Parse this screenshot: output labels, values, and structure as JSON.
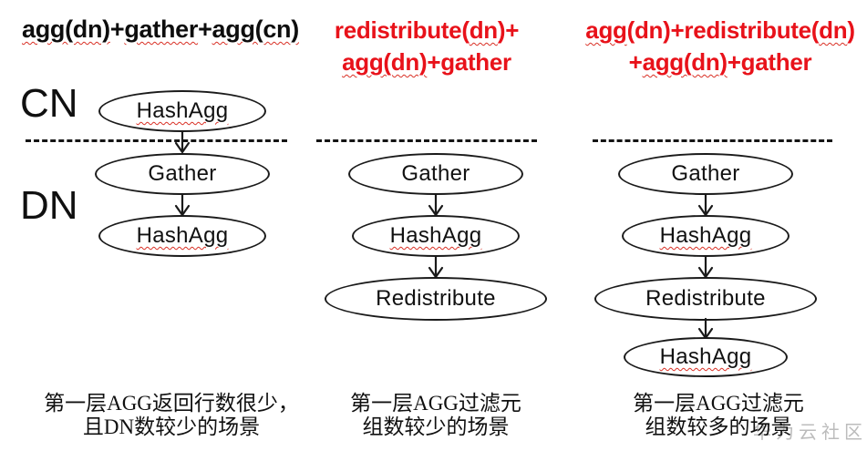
{
  "colors": {
    "title_black": "#0d0d0d",
    "title_red": "#e8121a",
    "node_stroke": "#1a1a1a",
    "squiggle": "#d93025",
    "watermark": "#bcbcbc"
  },
  "row_labels": {
    "cn": "CN",
    "dn": "DN"
  },
  "watermark_text": "华为云社区",
  "columns": [
    {
      "name": "agg-gather-agg",
      "title_lines": [
        {
          "segments": [
            {
              "text": "agg(dn)"
            },
            {
              "text": "+"
            },
            {
              "text": "gather"
            },
            {
              "text": "+"
            },
            {
              "text": "agg(cn)"
            }
          ]
        }
      ],
      "nodes": [
        "HashAgg",
        "Gather",
        "HashAgg"
      ],
      "caption_lines": [
        "第一层AGG返回行数很少，",
        "且DN数较少的场景"
      ]
    },
    {
      "name": "redistribute-agg-gather",
      "title_lines": [
        {
          "segments": [
            {
              "text": "redistribute("
            },
            {
              "text": "dn"
            },
            {
              "text": ")+"
            }
          ]
        },
        {
          "segments": [
            {
              "text": "agg(dn)"
            },
            {
              "text": "+gather"
            }
          ]
        }
      ],
      "nodes": [
        "Gather",
        "HashAgg",
        "Redistribute"
      ],
      "caption_lines": [
        "第一层AGG过滤元",
        "组数较少的场景"
      ]
    },
    {
      "name": "agg-redistribute-agg-gather",
      "title_lines": [
        {
          "segments": [
            {
              "text": "agg"
            },
            {
              "text": "(dn)+redistribute("
            },
            {
              "text": "dn"
            },
            {
              "text": ")"
            }
          ]
        },
        {
          "segments": [
            {
              "text": "+"
            },
            {
              "text": "agg(dn)"
            },
            {
              "text": "+gather"
            }
          ]
        }
      ],
      "nodes": [
        "Gather",
        "HashAgg",
        "Redistribute",
        "HashAgg"
      ],
      "caption_lines": [
        "第一层AGG过滤元",
        "组数较多的场景"
      ]
    }
  ]
}
